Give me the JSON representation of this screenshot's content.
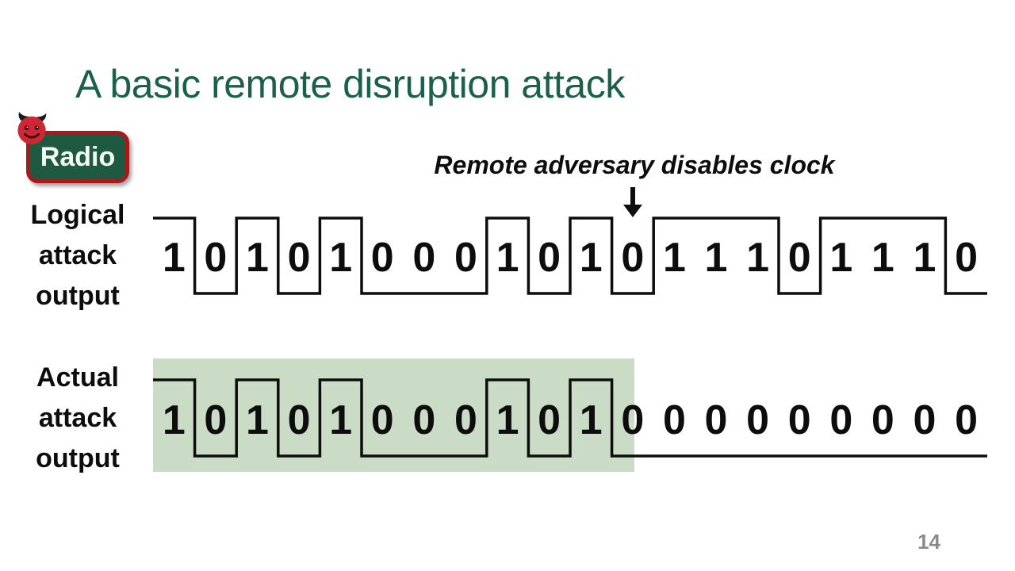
{
  "slide": {
    "title": "A basic remote disruption attack",
    "page_number": "14"
  },
  "colors": {
    "title_green": "#1c6049",
    "badge_fill_green": "#1e5a41",
    "badge_border_red": "#a81a1a",
    "highlight_green": "#cadcc5",
    "ink_black": "#0d0d0d",
    "page_number_gray": "#8b8b8b",
    "devil_red": "#cf2633"
  },
  "badge": {
    "label": "Radio",
    "icon": "devil-emoji"
  },
  "annotation": {
    "text": "Remote adversary disables clock",
    "arrow_icon": "down-arrow",
    "arrow_target_bit": 12
  },
  "waveforms": [
    {
      "name": "logical-attack-output",
      "label_lines": [
        "Logical",
        "attack",
        "output"
      ],
      "bits": [
        1,
        0,
        1,
        0,
        1,
        0,
        0,
        0,
        1,
        0,
        1,
        0,
        1,
        1,
        1,
        0,
        1,
        1,
        1,
        0
      ],
      "highlight": null
    },
    {
      "name": "actual-attack-output",
      "label_lines": [
        "Actual",
        "attack",
        "output"
      ],
      "bits": [
        1,
        0,
        1,
        0,
        1,
        0,
        0,
        0,
        1,
        0,
        1,
        0,
        0,
        0,
        0,
        0,
        0,
        0,
        0,
        0
      ],
      "highlight": {
        "start_bit": 0,
        "end_bit": 11.54
      }
    }
  ]
}
